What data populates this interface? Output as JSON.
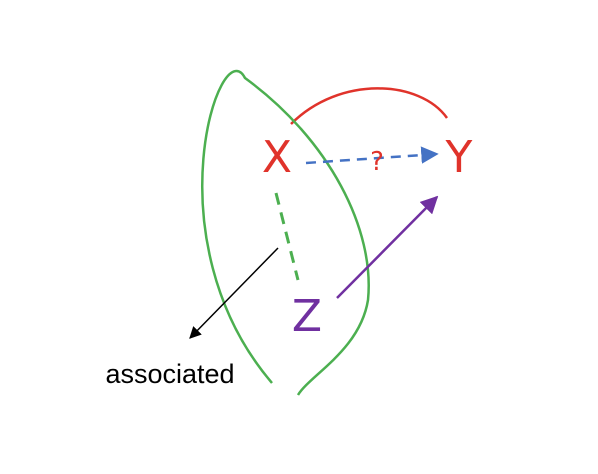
{
  "nodes": {
    "x": "X",
    "y": "Y",
    "z": "Z"
  },
  "edge_xy_label": "?",
  "annotation": "associated",
  "colors": {
    "red": "#e0332b",
    "green": "#4caf50",
    "blue": "#4472c4",
    "purple": "#7030a0",
    "black": "#000000"
  }
}
